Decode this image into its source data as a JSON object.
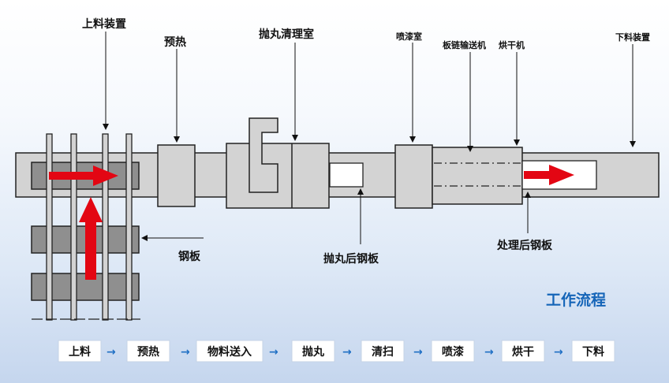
{
  "labels": {
    "loader": "上料装置",
    "preheat": "预热",
    "shot_blast_room": "抛丸清理室",
    "paint_room": "喷漆室",
    "chain_conveyor": "板链输送机",
    "dryer": "烘干机",
    "unloader": "下料装置",
    "steel_plate": "钢板",
    "blasted_plate": "抛丸后钢板",
    "processed_plate": "处理后钢板"
  },
  "title": "工作流程",
  "flow": {
    "steps": [
      "上料",
      "预热",
      "物料送入",
      "抛丸",
      "清扫",
      "喷漆",
      "烘干",
      "下料"
    ],
    "arrow": "→"
  },
  "colors": {
    "machine_fill": "#d3d3d3",
    "machine_stroke": "#222222",
    "plate_fill": "#8f8f8f",
    "arrow_red": "#e30613",
    "title_blue": "#1565b8"
  }
}
